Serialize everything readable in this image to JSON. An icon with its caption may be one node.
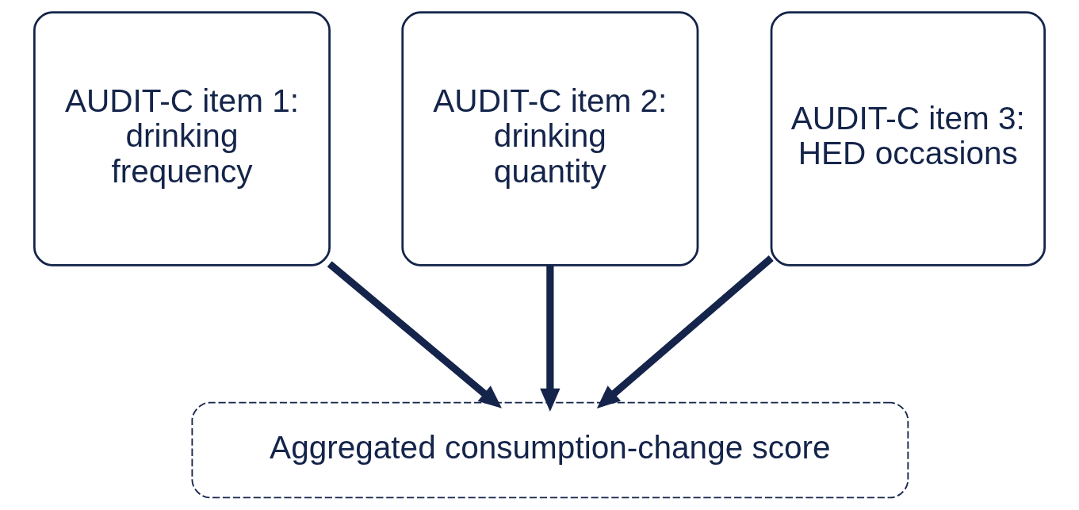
{
  "diagram": {
    "nodes": [
      {
        "text": [
          "AUDIT-C item 1: drinking frequency"
        ]
      },
      {
        "text": [
          "AUDIT-C item 2: drinking quantity"
        ]
      },
      {
        "text": [
          "AUDIT-C item 3: HED occasions"
        ]
      },
      {
        "text": [
          "Aggregated consumption-change score"
        ]
      }
    ],
    "edges": [
      {
        "from": 0,
        "to": 3,
        "arrow": "to"
      },
      {
        "from": 1,
        "to": 3,
        "arrow": "to"
      },
      {
        "from": 2,
        "to": 3,
        "arrow": "to"
      }
    ]
  }
}
